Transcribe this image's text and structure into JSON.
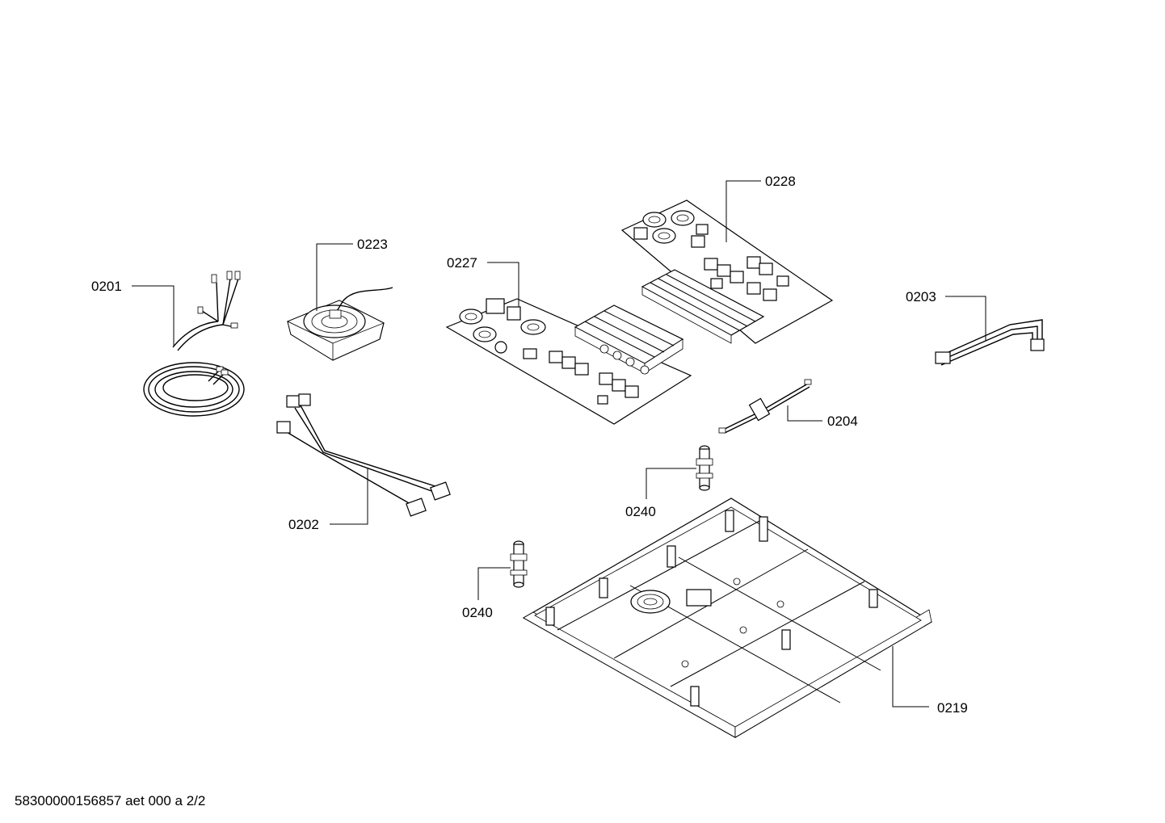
{
  "parts": [
    {
      "id": "0201"
    },
    {
      "id": "0223"
    },
    {
      "id": "0227"
    },
    {
      "id": "0228"
    },
    {
      "id": "0203"
    },
    {
      "id": "0204"
    },
    {
      "id": "0202"
    },
    {
      "id": "0240"
    },
    {
      "id": "0240"
    },
    {
      "id": "0219"
    }
  ],
  "footer": "58300000156857 aet 000 a 2/2"
}
